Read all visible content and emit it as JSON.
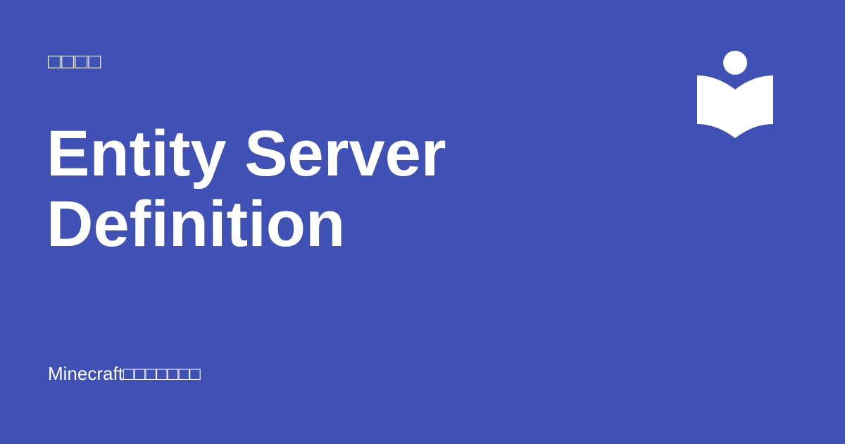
{
  "card": {
    "category": "□□□□",
    "title_line1": "Entity Server",
    "title_line2": "Definition",
    "footer": "Minecraft□□□□□□□",
    "logo_icon": "reader-book-icon",
    "background_color": "#3f51b5",
    "text_color": "#ffffff"
  }
}
